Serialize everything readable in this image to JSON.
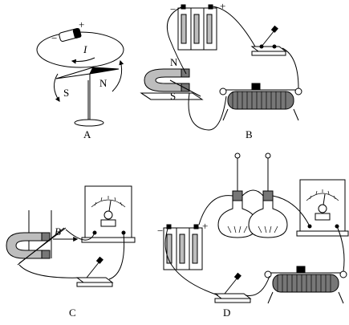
{
  "panels": {
    "a": {
      "label": "A",
      "needle_labels": {
        "north": "N",
        "south": "S"
      },
      "current_label": "I",
      "plus_sign": "+"
    },
    "b": {
      "label": "B",
      "magnet_labels": {
        "north": "N",
        "south": "S"
      },
      "plus_sign": "+"
    },
    "c": {
      "label": "C",
      "field_label": "B"
    },
    "d": {
      "label": "D",
      "plus_sign": "+"
    }
  }
}
